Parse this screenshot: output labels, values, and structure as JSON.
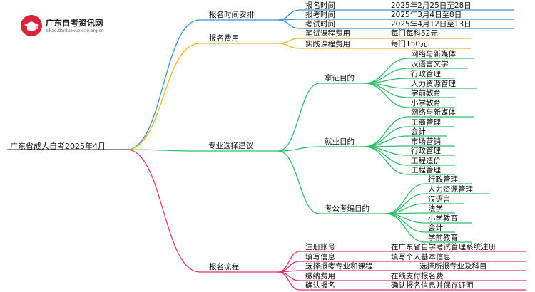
{
  "logo": {
    "name": "广东自考资讯网",
    "url": "zikao.danluoxuexiao.org.cn"
  },
  "root": "广东省成人自考2025年4月",
  "branches": [
    {
      "label": "报名时间安排",
      "color": "#3b8fd8",
      "items": [
        {
          "label": "报名时间",
          "value": "2025年2月25日至28日"
        },
        {
          "label": "报考时间",
          "value": "2025年3月4日至8日"
        },
        {
          "label": "考试时间",
          "value": "2025年4月12日至13日"
        }
      ]
    },
    {
      "label": "报名费用",
      "color": "#f0b429",
      "items": [
        {
          "label": "笔试课程费用",
          "value": "每门每科52元"
        },
        {
          "label": "实践课程费用",
          "value": "每门150元"
        }
      ]
    },
    {
      "label": "专业选择建议",
      "color": "#2fbf6a",
      "groups": [
        {
          "label": "拿证目的",
          "items": [
            "网络与新媒体",
            "汉语言文学",
            "行政管理",
            "人力资源管理",
            "学前教育",
            "小学教育"
          ]
        },
        {
          "label": "就业目的",
          "items": [
            "网络与新媒体",
            "工商管理",
            "会计",
            "市场营销",
            "行政管理",
            "工程造价",
            "工程管理"
          ]
        },
        {
          "label": "考公考编目的",
          "items": [
            "行政管理",
            "人力资源管理",
            "汉语言",
            "法学",
            "小学教育",
            "会计",
            "学前教育"
          ]
        }
      ]
    },
    {
      "label": "报名流程",
      "color": "#e8336e",
      "items": [
        {
          "label": "注册账号",
          "value": "在广东省自学考试管理系统注册"
        },
        {
          "label": "填写信息",
          "value": "填写个人基本信息"
        },
        {
          "label": "选择报考专业和课程",
          "value": "选择所报专业及科目"
        },
        {
          "label": "缴纳费用",
          "value": "在线支付报名费"
        },
        {
          "label": "确认报名",
          "value": "确认报名信息并保存证明"
        }
      ]
    }
  ]
}
